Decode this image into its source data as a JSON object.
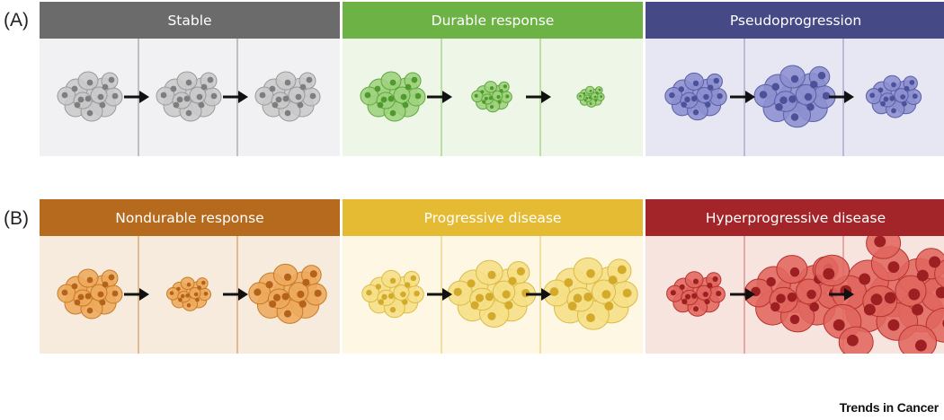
{
  "row_labels": [
    "(A)",
    "(B)"
  ],
  "panels": [
    {
      "title": "Stable",
      "header": "#6b6b6b",
      "bg": "#f1f0f2",
      "line": "#8a8c98",
      "fill": "#c9c9cb",
      "stroke": "#9a9a9c",
      "nucleus": "#7e7e80",
      "sizes": [
        1.0,
        1.0,
        1.0
      ]
    },
    {
      "title": "Durable response",
      "header": "#6db244",
      "bg": "#eef6e7",
      "line": "#8cc46a",
      "fill": "#9ed27e",
      "stroke": "#5ea83a",
      "nucleus": "#4f9a2c",
      "sizes": [
        1.0,
        0.62,
        0.42
      ]
    },
    {
      "title": "Pseudoprogression",
      "header": "#454a86",
      "bg": "#e6e7f3",
      "line": "#8a8fbd",
      "fill": "#8c90cf",
      "stroke": "#5a5fa8",
      "nucleus": "#4c5199",
      "sizes": [
        0.95,
        1.25,
        0.85
      ]
    },
    {
      "title": "Nondurable response",
      "header": "#b66a1e",
      "bg": "#f7ebdd",
      "line": "#c7894c",
      "fill": "#eeaa5c",
      "stroke": "#c97a25",
      "nucleus": "#b5621a",
      "sizes": [
        1.0,
        0.68,
        1.2
      ]
    },
    {
      "title": "Progressive disease",
      "header": "#e6bb34",
      "bg": "#fdf7e3",
      "line": "#e4c765",
      "fill": "#f6df86",
      "stroke": "#dcbb44",
      "nucleus": "#d4aa2a",
      "sizes": [
        0.95,
        1.35,
        1.45
      ]
    },
    {
      "title": "Hyperprogressive disease",
      "header": "#a3252a",
      "bg": "#f8e4df",
      "line": "#cf6b6b",
      "fill": "#e0675f",
      "stroke": "#b8332f",
      "nucleus": "#9e1f22",
      "sizes": [
        0.9,
        1.55,
        1.9
      ]
    }
  ],
  "footer": "Trends in Cancer"
}
